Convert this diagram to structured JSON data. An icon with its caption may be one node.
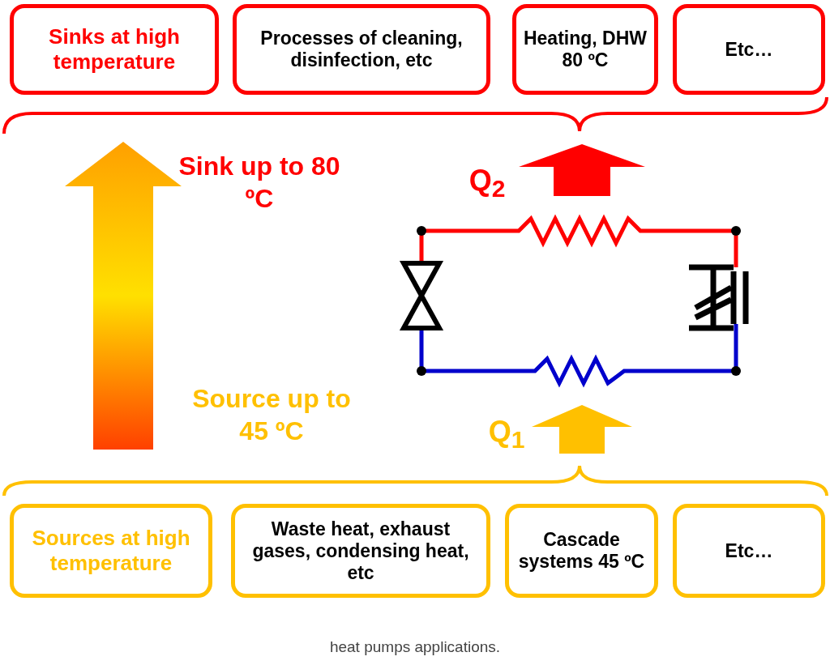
{
  "diagram": {
    "caption": "heat pumps applications.",
    "nodes": [
      {
        "text": [
          "Sinks at high temperature"
        ]
      },
      {
        "text": [
          "Processes of cleaning, disinfection, etc"
        ]
      },
      {
        "text": [
          "Heating, DHW 80 ºC"
        ]
      },
      {
        "text": [
          "Etc…"
        ]
      },
      {
        "text": [
          "Sources at high temperature"
        ]
      },
      {
        "text": [
          "Waste heat, exhaust gases, condensing heat, etc"
        ]
      },
      {
        "text": [
          "Cascade systems 45 ºC"
        ]
      },
      {
        "text": [
          "Etc…"
        ]
      }
    ],
    "edges": [],
    "labels": [
      "Sink up to 80 ºC",
      "Q$_{2}$",
      "Source up to 45 ºC",
      "Q$_{1}$"
    ]
  }
}
